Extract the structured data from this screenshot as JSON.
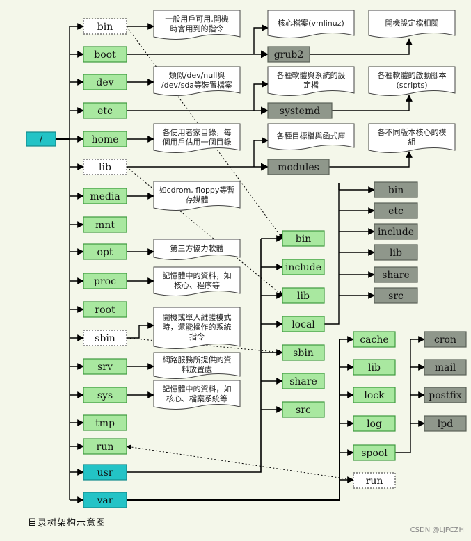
{
  "colors": {
    "background": "#f4f7ea",
    "green_box": "#a9e8a0",
    "green_box_border": "#3e9a3e",
    "gray_box": "#8f978b",
    "cyan_box": "#23c3c6",
    "note_fill": "#ffffff",
    "line": "#000000"
  },
  "root": {
    "label": "/"
  },
  "top_dirs": [
    {
      "id": "bin",
      "label": "bin",
      "style": "dashed"
    },
    {
      "id": "boot",
      "label": "boot",
      "style": "green"
    },
    {
      "id": "dev",
      "label": "dev",
      "style": "green"
    },
    {
      "id": "etc",
      "label": "etc",
      "style": "green"
    },
    {
      "id": "home",
      "label": "home",
      "style": "green"
    },
    {
      "id": "lib",
      "label": "lib",
      "style": "dashed"
    },
    {
      "id": "media",
      "label": "media",
      "style": "green"
    },
    {
      "id": "mnt",
      "label": "mnt",
      "style": "green"
    },
    {
      "id": "opt",
      "label": "opt",
      "style": "green"
    },
    {
      "id": "proc",
      "label": "proc",
      "style": "green"
    },
    {
      "id": "root",
      "label": "root",
      "style": "green"
    },
    {
      "id": "sbin",
      "label": "sbin",
      "style": "dashed"
    },
    {
      "id": "srv",
      "label": "srv",
      "style": "green"
    },
    {
      "id": "sys",
      "label": "sys",
      "style": "green"
    },
    {
      "id": "tmp",
      "label": "tmp",
      "style": "green"
    },
    {
      "id": "run",
      "label": "run",
      "style": "green"
    },
    {
      "id": "usr",
      "label": "usr",
      "style": "cyan"
    },
    {
      "id": "var",
      "label": "var",
      "style": "cyan"
    }
  ],
  "notes": [
    {
      "id": "note-bin",
      "lines": [
        "一般用戶可用,開機",
        "時會用到的指令"
      ]
    },
    {
      "id": "note-dev",
      "lines": [
        "類似/dev/null與",
        "/dev/sda等裝置檔案"
      ]
    },
    {
      "id": "note-home",
      "lines": [
        "各使用者家目錄，每",
        "個用戶佔用一個目錄"
      ]
    },
    {
      "id": "note-media",
      "lines": [
        "如cdrom, floppy等暫",
        "存媒體"
      ]
    },
    {
      "id": "note-opt",
      "lines": [
        "第三方協力軟體"
      ]
    },
    {
      "id": "note-proc",
      "lines": [
        "記憶體中的資料，如",
        "核心、程序等"
      ]
    },
    {
      "id": "note-sbin",
      "lines": [
        "開機或單人維護模式",
        "時，還能操作的系統",
        "指令"
      ]
    },
    {
      "id": "note-srv",
      "lines": [
        "網路服務所提供的資",
        "料放置處"
      ]
    },
    {
      "id": "note-sys",
      "lines": [
        "記憶體中的資料，如",
        "核心、檔案系統等"
      ]
    },
    {
      "id": "note-kernel",
      "lines": [
        "核心檔案(vmlinuz)"
      ]
    },
    {
      "id": "note-bootcfg",
      "lines": [
        "開機設定檔相關"
      ]
    },
    {
      "id": "note-etc",
      "lines": [
        "各種軟體與系統的設",
        "定檔"
      ]
    },
    {
      "id": "note-scripts",
      "lines": [
        "各種軟體的啟動腳本",
        "(scripts)"
      ]
    },
    {
      "id": "note-lib",
      "lines": [
        "各種目標檔與函式庫"
      ]
    },
    {
      "id": "note-modules",
      "lines": [
        "各不同版本核心的模",
        "組"
      ]
    }
  ],
  "gray_mid": [
    {
      "id": "grub2",
      "label": "grub2"
    },
    {
      "id": "systemd",
      "label": "systemd"
    },
    {
      "id": "modules",
      "label": "modules"
    }
  ],
  "usr_children": [
    "bin",
    "include",
    "lib",
    "local",
    "sbin",
    "share",
    "src"
  ],
  "local_children": [
    "bin",
    "etc",
    "include",
    "lib",
    "share",
    "src"
  ],
  "var_children": [
    "cache",
    "lib",
    "lock",
    "log",
    "spool"
  ],
  "var_dashed_child": "run",
  "spool_children": [
    "cron",
    "mail",
    "postfix",
    "lpd"
  ],
  "caption": "目录树架构示意图",
  "watermark": "CSDN @LJFCZH"
}
